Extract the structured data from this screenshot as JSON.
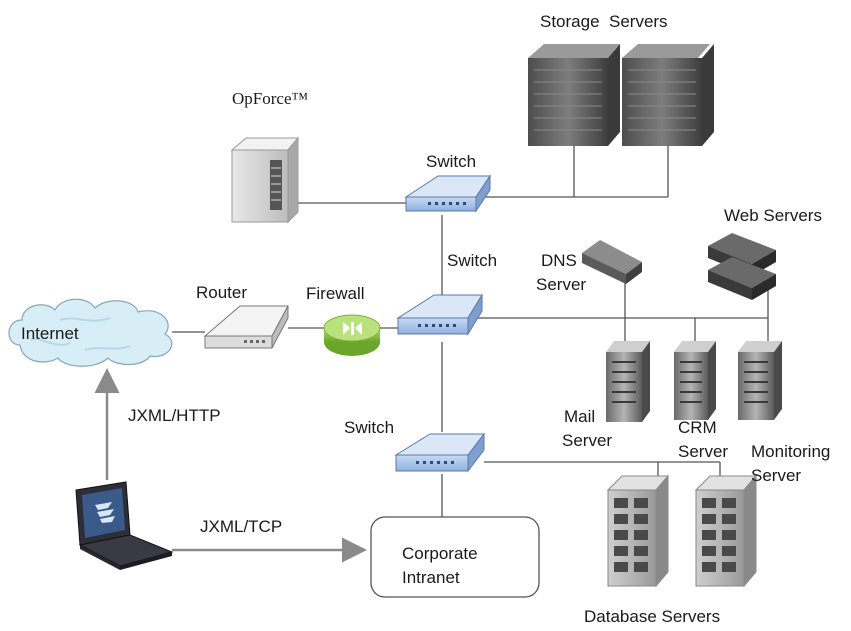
{
  "labels": {
    "storage_servers": "Storage  Servers",
    "opforce": "OpForce™",
    "switch_top": "Switch",
    "switch_mid": "Switch",
    "switch_bottom": "Switch",
    "web_servers": "Web Servers",
    "dns_line1": "DNS",
    "dns_line2": "Server",
    "router": "Router",
    "firewall": "Firewall",
    "internet": "Internet",
    "jxml_http": "JXML/HTTP",
    "mail_line1": "Mail",
    "mail_line2": "Server",
    "crm_line1": "CRM",
    "crm_line2": "Server",
    "monitoring_line1": "Monitoring",
    "monitoring_line2": "Server",
    "jxml_tcp": "JXML/TCP",
    "intranet_line1": "Corporate",
    "intranet_line2": "Intranet",
    "database_servers": "Database Servers"
  },
  "colors": {
    "line": "#555555",
    "arrow": "#8a8a8a",
    "switch_fill": "#aac4ea",
    "firewall": "#8cc43f",
    "cloud": "#d7eef6",
    "server_dark": "#5a5a5a"
  }
}
